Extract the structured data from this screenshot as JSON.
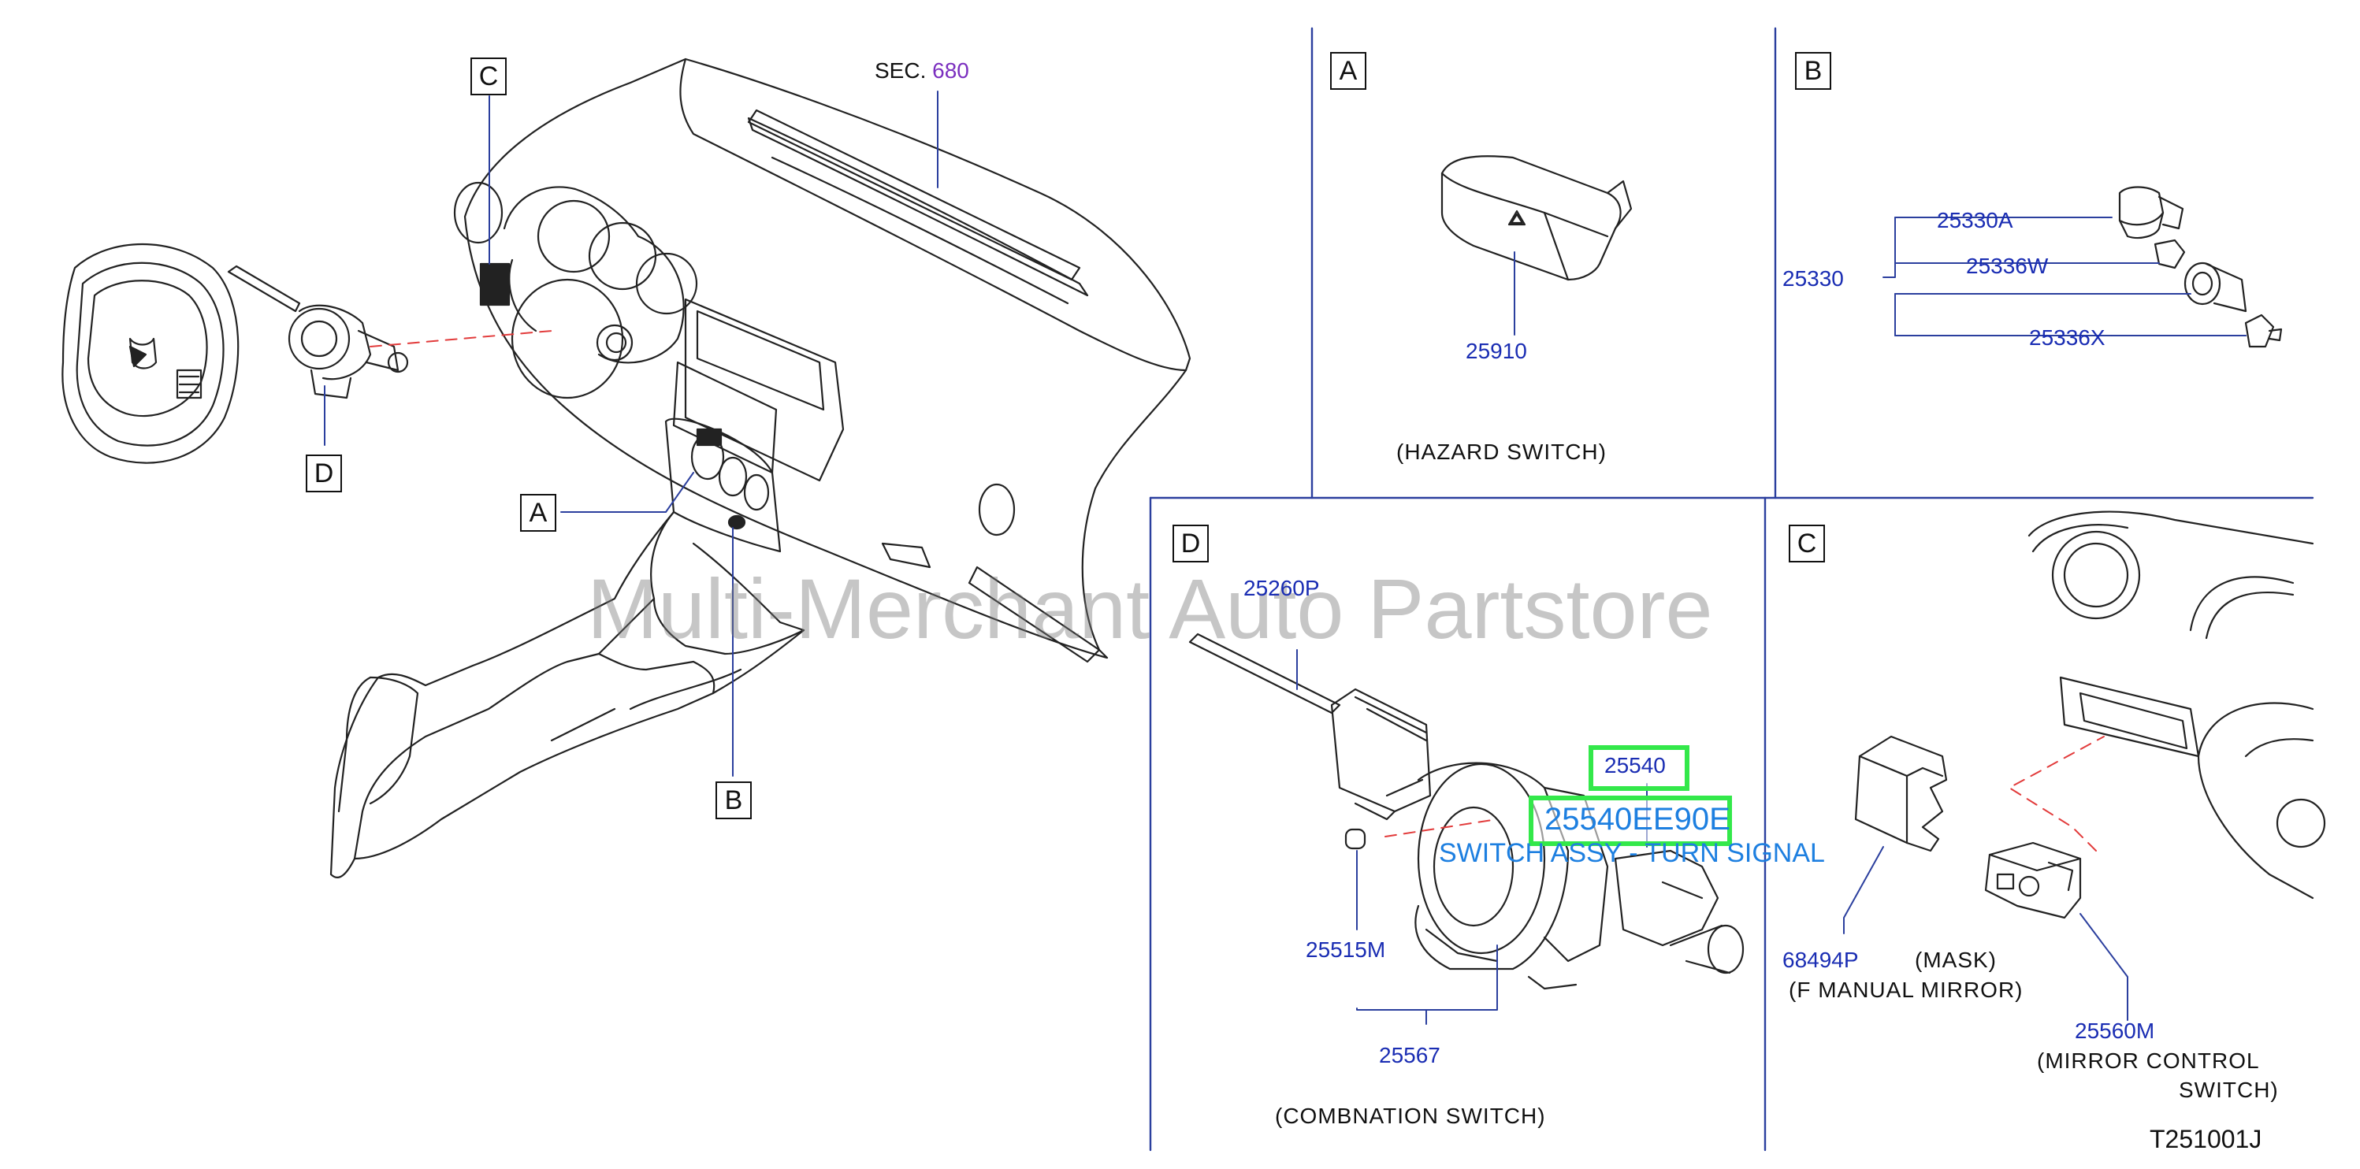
{
  "watermark": "Multi-Merchant Auto Partstore",
  "section_ref": {
    "prefix": "SEC.",
    "number": "680"
  },
  "callouts": {
    "a": "A",
    "b": "B",
    "c": "C",
    "d": "D"
  },
  "panels": {
    "a": {
      "letter": "A",
      "part": "25910",
      "caption": "(HAZARD   SWITCH)"
    },
    "b": {
      "letter": "B",
      "group": "25330",
      "parts": [
        "25330A",
        "25336W",
        "25336X"
      ]
    },
    "d": {
      "letter": "D",
      "parts": {
        "lever": "25260P",
        "switch": "25540",
        "clock": "25515M",
        "assy": "25567"
      },
      "caption": "(COMBNATION   SWITCH)"
    },
    "c": {
      "letter": "C",
      "mask_part": "68494P",
      "mask_label": "(MASK)",
      "mask_caption": "(F   MANUAL   MIRROR)",
      "mirror_part": "25560M",
      "mirror_caption_1": "(MIRROR   CONTROL",
      "mirror_caption_2": "SWITCH)"
    }
  },
  "highlight": {
    "code": "25540EE90E",
    "description": "SWITCH ASSY - TURN SIGNAL",
    "color": "#33e84a"
  },
  "diagram_id": "T251001J"
}
